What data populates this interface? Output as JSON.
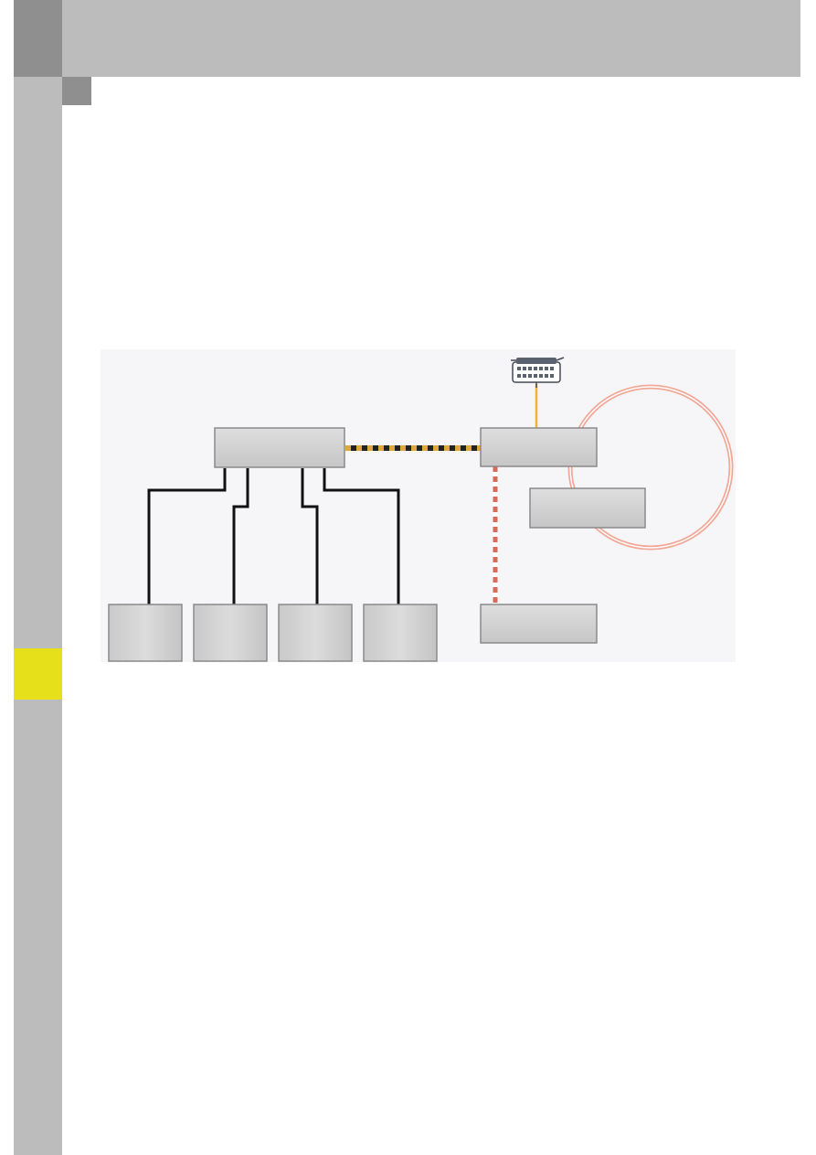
{
  "colors": {
    "page_background": "#ffffff",
    "side_strip": "#bcbcbc",
    "header_band": "#bcbcbc",
    "dark_marker": "#8f8f8f",
    "chapter_tab": "#e6e01a",
    "diagram_background": "#f6f6f8",
    "module_fill": "#d4d4d4",
    "module_border": "#8a8a8a",
    "wire_black": "#111111",
    "bus_orange_dash": "#e0a640",
    "bus_red_dash": "#d96a5a",
    "link_orange": "#f0b23a",
    "ring_salmon": "#f2a898"
  },
  "diagram": {
    "connector_icon": "diagnostic-connector-icon",
    "modules": [
      {
        "id": "central-gateway"
      },
      {
        "id": "gateway-right"
      },
      {
        "id": "module-ring"
      },
      {
        "id": "module-lower-right"
      },
      {
        "id": "module-bottom-1"
      },
      {
        "id": "module-bottom-2"
      },
      {
        "id": "module-bottom-3"
      },
      {
        "id": "module-bottom-4"
      }
    ]
  }
}
